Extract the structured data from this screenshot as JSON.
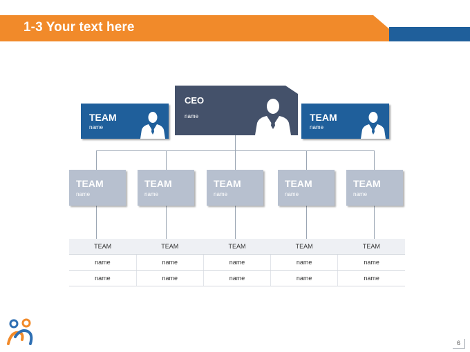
{
  "header": {
    "title": "1-3 Your text here",
    "colors": {
      "orange": "#f18a2a",
      "blue": "#1f5f9b"
    }
  },
  "org_chart": {
    "ceo": {
      "title": "CEO",
      "sub": "name",
      "icon": "person-icon",
      "color": "#44516a"
    },
    "left_team": {
      "title": "TEAM",
      "sub": "name",
      "icon": "person-icon",
      "color": "#1f5f9b"
    },
    "right_team": {
      "title": "TEAM",
      "sub": "name",
      "icon": "person-icon",
      "color": "#1f5f9b"
    },
    "teams": [
      {
        "title": "TEAM",
        "sub": "name"
      },
      {
        "title": "TEAM",
        "sub": "name"
      },
      {
        "title": "TEAM",
        "sub": "name"
      },
      {
        "title": "TEAM",
        "sub": "name"
      },
      {
        "title": "TEAM",
        "sub": "name"
      }
    ],
    "team_color": "#b7c0cf"
  },
  "table": {
    "headers": [
      "TEAM",
      "TEAM",
      "TEAM",
      "TEAM",
      "TEAM"
    ],
    "rows": [
      [
        "name",
        "name",
        "name",
        "name",
        "name"
      ],
      [
        "name",
        "name",
        "name",
        "name",
        "name"
      ]
    ]
  },
  "footer": {
    "page_number": "6",
    "logo_icon": "people-logo-icon"
  }
}
